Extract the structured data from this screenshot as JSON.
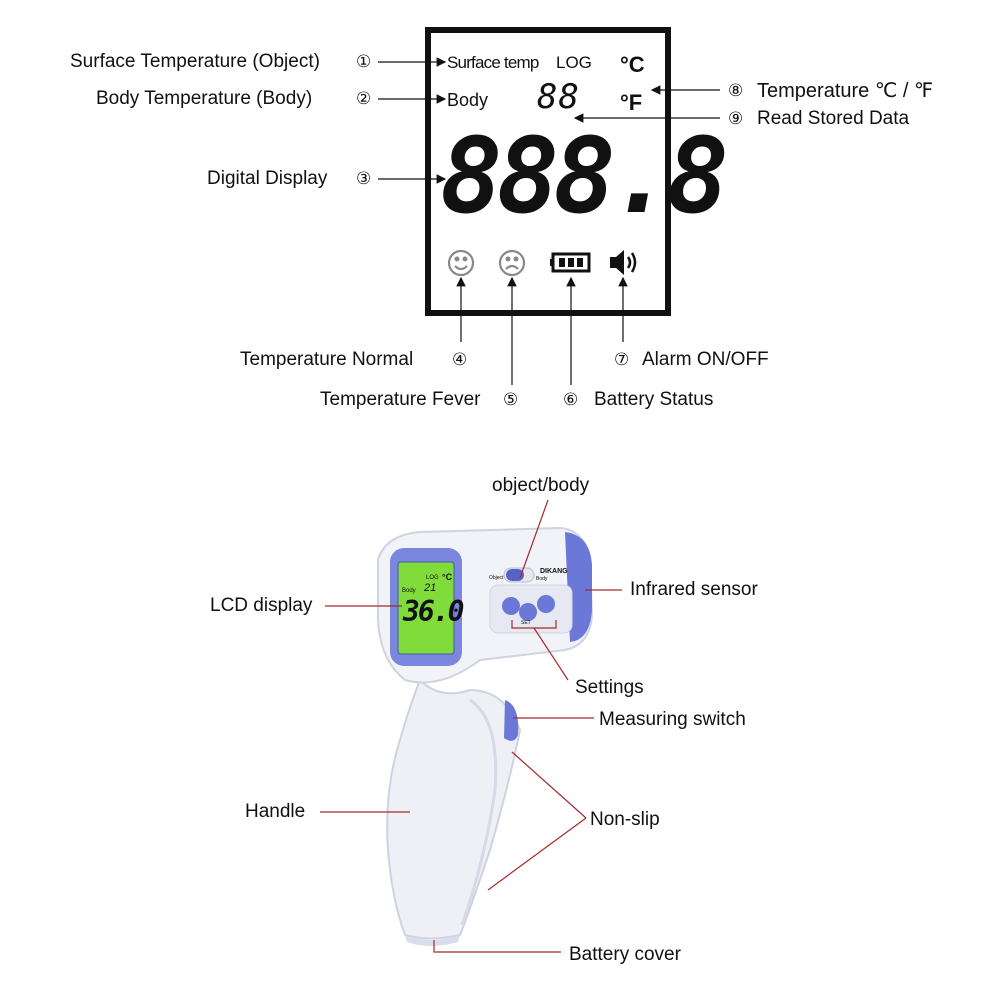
{
  "lcd_panel": {
    "surface_label": "Surface temp",
    "log_label": "LOG",
    "body_label": "Body",
    "celsius": "°C",
    "fahrenheit": "°F",
    "log_digits": "88",
    "main_digits": "888.8"
  },
  "lcd_callouts": [
    {
      "num": "①",
      "label": "Surface Temperature (Object)"
    },
    {
      "num": "②",
      "label": "Body Temperature  (Body)"
    },
    {
      "num": "③",
      "label": "Digital Display"
    },
    {
      "num": "④",
      "label": "Temperature Normal"
    },
    {
      "num": "⑤",
      "label": "Temperature Fever"
    },
    {
      "num": "⑥",
      "label": "Battery Status"
    },
    {
      "num": "⑦",
      "label": "Alarm ON/OFF"
    },
    {
      "num": "⑧",
      "label": "Temperature ℃ / ℉"
    },
    {
      "num": "⑨",
      "label": "Read Stored Data"
    }
  ],
  "device": {
    "screen_log": "LOG",
    "screen_unit": "°C",
    "screen_body": "Body",
    "screen_small_digits": "21",
    "screen_reading": "36.0",
    "brand": "DIKANG",
    "switch_object": "Object",
    "switch_body": "Body",
    "btn_set": "SET"
  },
  "device_callouts": {
    "object_body": "object/body",
    "lcd_display": "LCD display",
    "infrared_sensor": "Infrared sensor",
    "settings": "Settings",
    "measuring_switch": "Measuring switch",
    "handle": "Handle",
    "non_slip": "Non-slip",
    "battery_cover": "Battery cover"
  },
  "colors": {
    "lcd_backlight": "#7fdc3a",
    "device_accent": "#6b78d8",
    "device_body": "#eef0f6",
    "leader_red": "#a52a2a"
  }
}
